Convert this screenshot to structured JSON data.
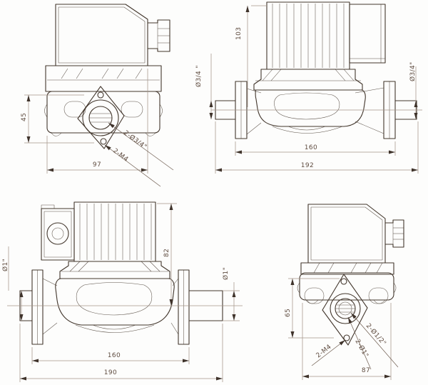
{
  "colors": {
    "background": "#fdfdfc",
    "outline": "#42362c",
    "dimension_lines": "#a5948a",
    "text": "#5f4c40"
  },
  "views": {
    "front_small": {
      "hole_spacing": "45",
      "width": "97",
      "ports_label": "2-Ø3/4\"",
      "bolt_holes_label": "2-M4"
    },
    "side_small": {
      "motor_height": "103",
      "port_left": "Ø3/4 \"",
      "port_right": "Ø3/4\"",
      "flange_distance": "160",
      "overall_length": "192"
    },
    "side_large": {
      "port_left": "Ø1\"",
      "port_right": "Ø1\"",
      "height": "82",
      "flange_distance": "160",
      "overall_length": "190"
    },
    "front_large": {
      "hole_spacing": "65",
      "width": "87",
      "ports_half_label": "2-Ø1/2\"",
      "ports_label": "2-Ø1\"",
      "bolt_holes_label": "2-M4"
    }
  }
}
